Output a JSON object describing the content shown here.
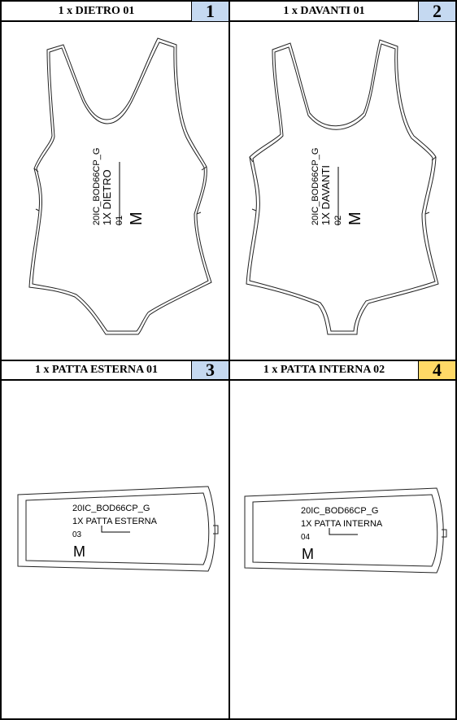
{
  "panels": [
    {
      "title": "1 x DIETRO 01",
      "number": "1",
      "number_bg": "#c5d9f1",
      "piece": {
        "code": "20IC_BOD66CP_G",
        "name": "1X DIETRO",
        "index": "01",
        "size": "M"
      }
    },
    {
      "title": "1 x DAVANTI 01",
      "number": "2",
      "number_bg": "#c5d9f1",
      "piece": {
        "code": "20IC_BOD66CP_G",
        "name": "1X DAVANTI",
        "index": "02",
        "size": "M"
      }
    },
    {
      "title": "1 x PATTA ESTERNA 01",
      "number": "3",
      "number_bg": "#c5d9f1",
      "piece": {
        "code": "20IC_BOD66CP_G",
        "name": "1X PATTA ESTERNA",
        "index": "03",
        "size": "M"
      }
    },
    {
      "title": "1 x PATTA INTERNA 02",
      "number": "4",
      "number_bg": "#ffd966",
      "piece": {
        "code": "20IC_BOD66CP_G",
        "name": "1X PATTA INTERNA",
        "index": "04",
        "size": "M"
      }
    }
  ]
}
